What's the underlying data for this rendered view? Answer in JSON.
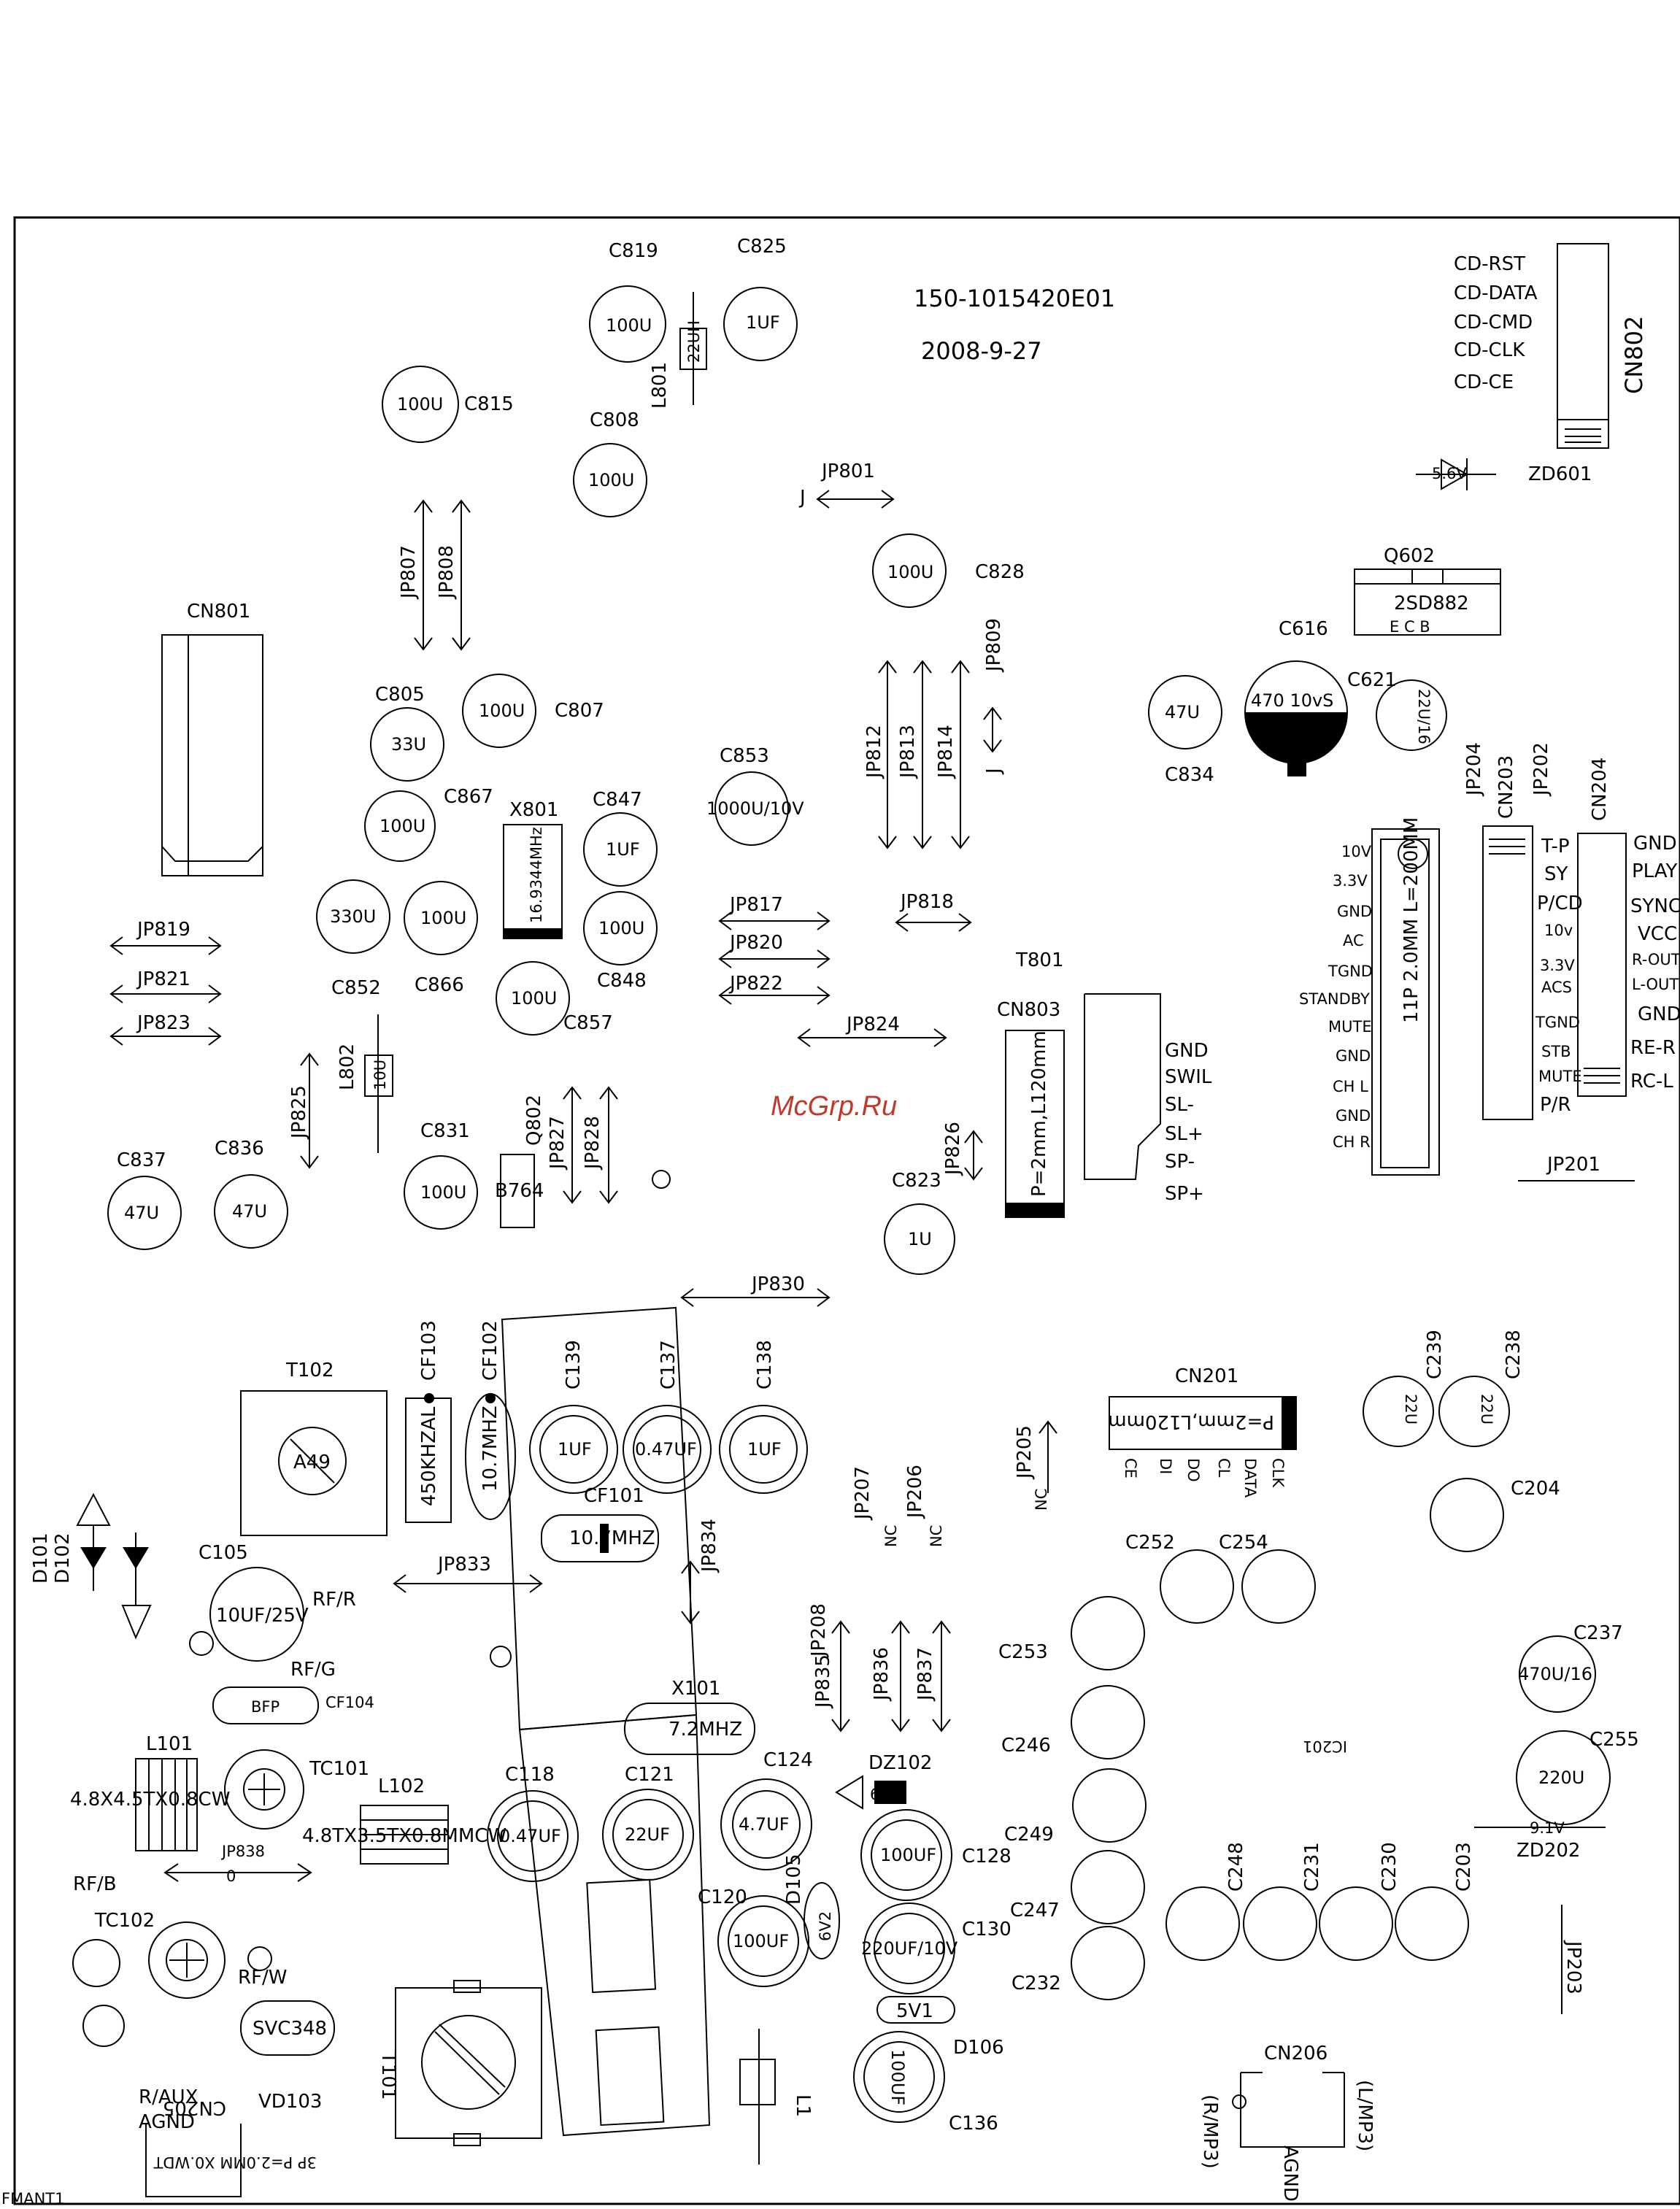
{
  "header": {
    "part_number": "150-1015420E01",
    "date": "2008-9-27",
    "watermark": "McGrp.Ru"
  },
  "components": [
    {
      "ref": "C819",
      "value": "100U"
    },
    {
      "ref": "C825",
      "value": "1UF"
    },
    {
      "ref": "L801",
      "value": "22UH"
    },
    {
      "ref": "C815",
      "value": "100U"
    },
    {
      "ref": "C808",
      "value": "100U"
    },
    {
      "ref": "C828",
      "value": "100U"
    },
    {
      "ref": "C805",
      "value": "33U"
    },
    {
      "ref": "C807",
      "value": "100U"
    },
    {
      "ref": "C867",
      "value": "100U"
    },
    {
      "ref": "C852",
      "value": "330U"
    },
    {
      "ref": "C866",
      "value": "100U"
    },
    {
      "ref": "C847",
      "value": "1UF"
    },
    {
      "ref": "C848",
      "value": "100U"
    },
    {
      "ref": "C857",
      "value": "100U"
    },
    {
      "ref": "C853",
      "value": "1000U/10V"
    },
    {
      "ref": "C834",
      "value": "47U"
    },
    {
      "ref": "C616",
      "value": "470 10vS"
    },
    {
      "ref": "C621",
      "value": "22U/16"
    },
    {
      "ref": "C837",
      "value": "47U"
    },
    {
      "ref": "C836",
      "value": "47U"
    },
    {
      "ref": "C831",
      "value": "100U"
    },
    {
      "ref": "C823",
      "value": "1U"
    },
    {
      "ref": "C139",
      "value": "1UF"
    },
    {
      "ref": "C137",
      "value": "0.47UF"
    },
    {
      "ref": "C138",
      "value": "1UF"
    },
    {
      "ref": "C239",
      "value": "22U"
    },
    {
      "ref": "C238",
      "value": "22U"
    },
    {
      "ref": "C105",
      "value": "10UF/25V"
    },
    {
      "ref": "C118",
      "value": "0.47UF"
    },
    {
      "ref": "C121",
      "value": "22UF"
    },
    {
      "ref": "C124",
      "value": "4.7UF"
    },
    {
      "ref": "C128",
      "value": "100UF"
    },
    {
      "ref": "C120",
      "value": "100UF"
    },
    {
      "ref": "C130",
      "value": "220UF/10V"
    },
    {
      "ref": "C136",
      "value": "100UF"
    },
    {
      "ref": "C237",
      "value": "470U/16"
    },
    {
      "ref": "C255",
      "value": "220U"
    }
  ],
  "labels": {
    "cn801": "CN801",
    "cn802": "CN802",
    "cn803": "CN803",
    "cn803_text": "P=2mm,L120mm",
    "cn201": "CN201",
    "cn201_text": "P=2mm,L120mm",
    "cn203": "CN203",
    "cn204": "CN204",
    "cn206": "CN206",
    "cn205": "CN205",
    "cn205_text": "3P P=2.0MM X0.WDT",
    "t801": "T801",
    "t102": "T102",
    "t101": "T101",
    "x801": "X801",
    "x801_val": "16.9344MHz",
    "x101": "X101",
    "x101_val": "7.2MHZ",
    "q602": "Q602",
    "q602_val": "2SD882",
    "q602_pins": "E   C   B",
    "q802": "Q802",
    "q802_val": "B764",
    "zd601": "ZD601",
    "zd601_val": "5.6V",
    "zd202": "ZD202",
    "zd202_val": "9.1V",
    "dz102": "DZ102",
    "dz102_val": "6.2V",
    "d101": "D101",
    "d102": "D102",
    "d105": "D105",
    "d105_val": "6V2",
    "d106": "D106",
    "d106_val": "5V1",
    "cf101": "CF101",
    "cf101_val": "10.7MHZ",
    "cf102": "CF102",
    "cf102_val": "10.7MHZ",
    "cf103": "CF103",
    "cf103_val": "450KHZAL",
    "cf104": "CF104",
    "cf104_val": "BFP",
    "l101": "L101",
    "l101_val": "4.8X4.5TX0.8CW",
    "l102": "L102",
    "l102_val": "4.8TX3.5TX0.8MMCW",
    "l1": "L1",
    "l802": "L802",
    "l802_val": "10U",
    "tc101": "TC101",
    "tc102": "TC102",
    "t102_val": "A49",
    "svc348": "SVC348",
    "vd103": "VD103",
    "ic201": "IC201",
    "jp201": "JP201",
    "jp202": "JP202",
    "jp203": "JP203",
    "jp204": "JP204",
    "jp205": "JP205",
    "jp206": "JP206",
    "jp207": "JP207",
    "jp208": "JP208",
    "rf_r": "RF/R",
    "rf_g": "RF/G",
    "rf_b": "RF/B",
    "rf_w": "RF/W",
    "r_aux": "R/AUX",
    "agnd": "AGND",
    "fmant": "FMANT1",
    "cable_11p": "11P 2.0MM L=200MM",
    "cn206_left": "(R/MP3)",
    "cn206_right": "(L/MP3)",
    "cn206_agnd": "AGND",
    "nc": "NC",
    "j": "J",
    "zero": "0"
  },
  "jumpers": [
    "JP801",
    "JP807",
    "JP808",
    "JP809",
    "JP812",
    "JP813",
    "JP814",
    "JP817",
    "JP818",
    "JP819",
    "JP820",
    "JP821",
    "JP822",
    "JP823",
    "JP824",
    "JP825",
    "JP826",
    "JP827",
    "JP828",
    "JP830",
    "JP833",
    "JP834",
    "JP835",
    "JP836",
    "JP837",
    "JP838"
  ],
  "cn802_pins": [
    "CD-RST",
    "CD-DATA",
    "CD-CMD",
    "CD-CLK",
    "CD-CE"
  ],
  "t801_pins": [
    "GND",
    "SWIL",
    "SL-",
    "SL+",
    "SP-",
    "SP+"
  ],
  "cable_left_pins": [
    "10V",
    "3.3V",
    "GND",
    "AC",
    "TGND",
    "STANDBY",
    "MUTE",
    "GND",
    "CH L",
    "GND",
    "CH R"
  ],
  "cn203_pins": [
    "T-P",
    "SY",
    "P/CD",
    "10v",
    "3.3V",
    "ACS",
    "TGND",
    "STB",
    "MUTE",
    "P/R"
  ],
  "cn204_pins": [
    "GND",
    "PLAY",
    "SYNC",
    "VCC",
    "R-OUT",
    "L-OUT",
    "GND",
    "RE-R",
    "RC-L"
  ],
  "cn201_pins": [
    "CE",
    "DI",
    "DO",
    "CL",
    "DATA",
    "CLK"
  ],
  "small_caps": [
    "C252",
    "C254",
    "C253",
    "C246",
    "C249",
    "C247",
    "C232",
    "C248",
    "C231",
    "C230",
    "C203",
    "C204"
  ]
}
